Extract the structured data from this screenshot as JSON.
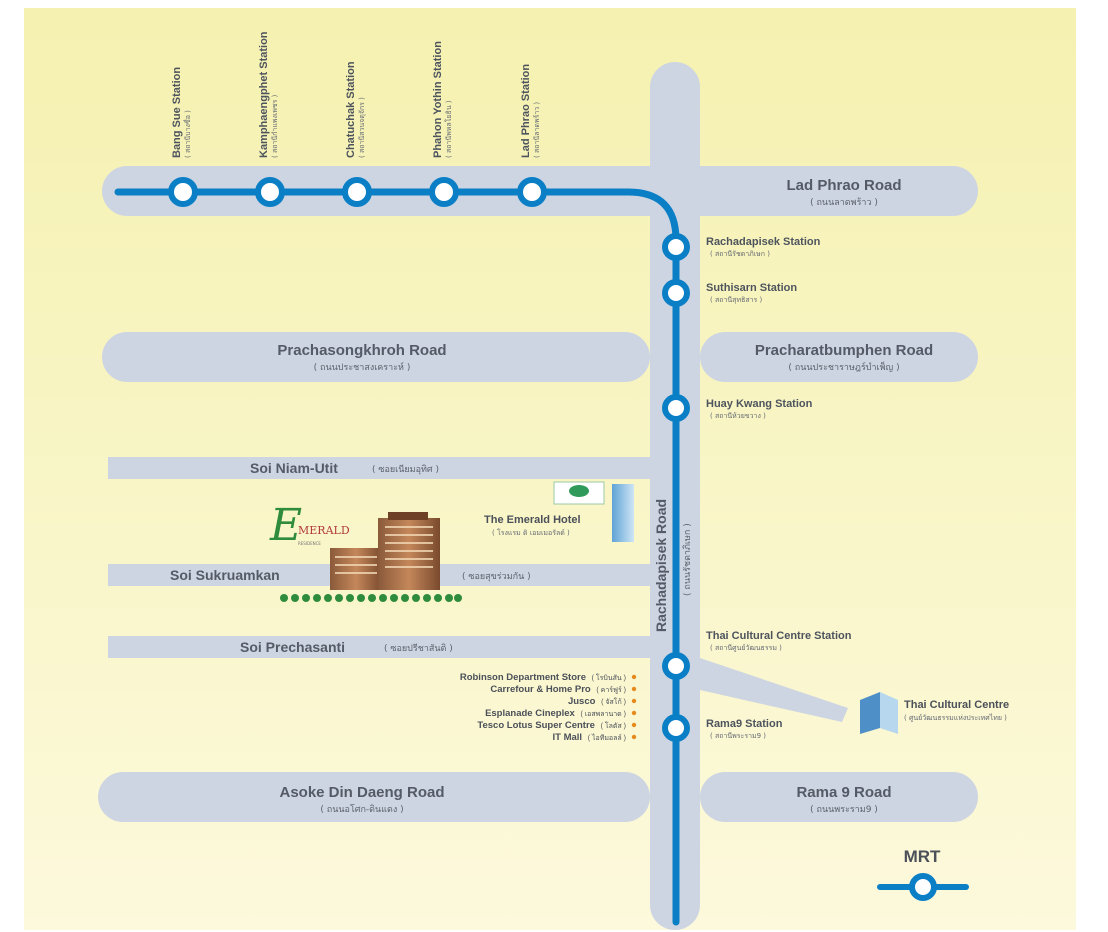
{
  "colors": {
    "road": "#cdd5e2",
    "mrt_line": "#0b7fc6",
    "background_top": "#f6f3b6",
    "background_bottom": "#fbf7d6",
    "tree": "#2f8c3c",
    "shop_marker": "#e58a1f"
  },
  "roads": {
    "lad_phrao": {
      "name": "Lad Phrao Road",
      "thai": "( ถนนลาดพร้าว )"
    },
    "prachasongkhroh": {
      "name": "Prachasongkhroh Road",
      "thai": "( ถนนประชาสงเคราะห์ )"
    },
    "pracharatbumphen": {
      "name": "Pracharatbumphen Road",
      "thai": "( ถนนประชาราษฎร์บำเพ็ญ )"
    },
    "rachadapisek": {
      "name": "Rachadapisek Road",
      "thai": "( ถนนรัชดาภิเษก )"
    },
    "asoke": {
      "name": "Asoke Din Daeng Road",
      "thai": "( ถนนอโศก-ดินแดง )"
    },
    "rama9": {
      "name": "Rama 9 Road",
      "thai": "( ถนนพระราม9 )"
    }
  },
  "sois": {
    "niam_utit": {
      "name": "Soi Niam-Utit",
      "thai": "( ซอยเนียมอุทิศ )"
    },
    "sukruamkan": {
      "name": "Soi Sukruamkan",
      "thai": "( ซอยสุขร่วมกัน )"
    },
    "prechasanti": {
      "name": "Soi Prechasanti",
      "thai": "( ซอยปรีชาสันติ )"
    }
  },
  "top_stations": [
    {
      "name": "Bang Sue Station",
      "thai": "( สถานีบางซื่อ )"
    },
    {
      "name": "Kamphaengphet Station",
      "thai": "( สถานีกำแพงเพชร )"
    },
    {
      "name": "Chatuchak Station",
      "thai": "( สถานีสวนจตุจักร )"
    },
    {
      "name": "Phahon Yothin Station",
      "thai": "( สถานีพหลโยธิน )"
    },
    {
      "name": "Lad Phrao Station",
      "thai": "( สถานีลาดพร้าว )"
    }
  ],
  "right_stations": {
    "rachadapisek": {
      "name": "Rachadapisek Station",
      "thai": "( สถานีรัชดาภิเษก )"
    },
    "suthisarn": {
      "name": "Suthisarn Station",
      "thai": "( สถานีสุทธิสาร )"
    },
    "huay_kwang": {
      "name": "Huay Kwang Station",
      "thai": "( สถานีห้วยขวาง )"
    },
    "thai_cultural": {
      "name": "Thai Cultural Centre Station",
      "thai": "( สถานีศูนย์วัฒนธรรม )"
    },
    "rama9": {
      "name": "Rama9  Station",
      "thai": "( สถานีพระราม9 )"
    }
  },
  "landmarks": {
    "emerald_logo": {
      "letter": "E",
      "word": "MERALD",
      "sub": "RESIDENCE"
    },
    "emerald_hotel": {
      "name": "The Emerald Hotel",
      "thai": "( โรงแรม ดิ เอมเมอรัลด์ )"
    },
    "thai_cultural_centre": {
      "name": "Thai Cultural Centre",
      "thai": "( ศูนย์วัฒนธรรมแห่งประเทศไทย )"
    }
  },
  "shops": [
    {
      "name": "Robinson Department Store",
      "thai": "( โรบินสัน )"
    },
    {
      "name": "Carrefour & Home Pro",
      "thai": "( คาร์ฟูร์ )"
    },
    {
      "name": "Jusco",
      "thai": "( จัสโก้ )"
    },
    {
      "name": "Esplanade Cineplex",
      "thai": "( เอสพลานาด )"
    },
    {
      "name": "Tesco Lotus Super Centre",
      "thai": "( โลตัส )"
    },
    {
      "name": "IT Mall",
      "thai": "( ไอทีมอลล์ )"
    }
  ],
  "legend": {
    "label": "MRT"
  }
}
